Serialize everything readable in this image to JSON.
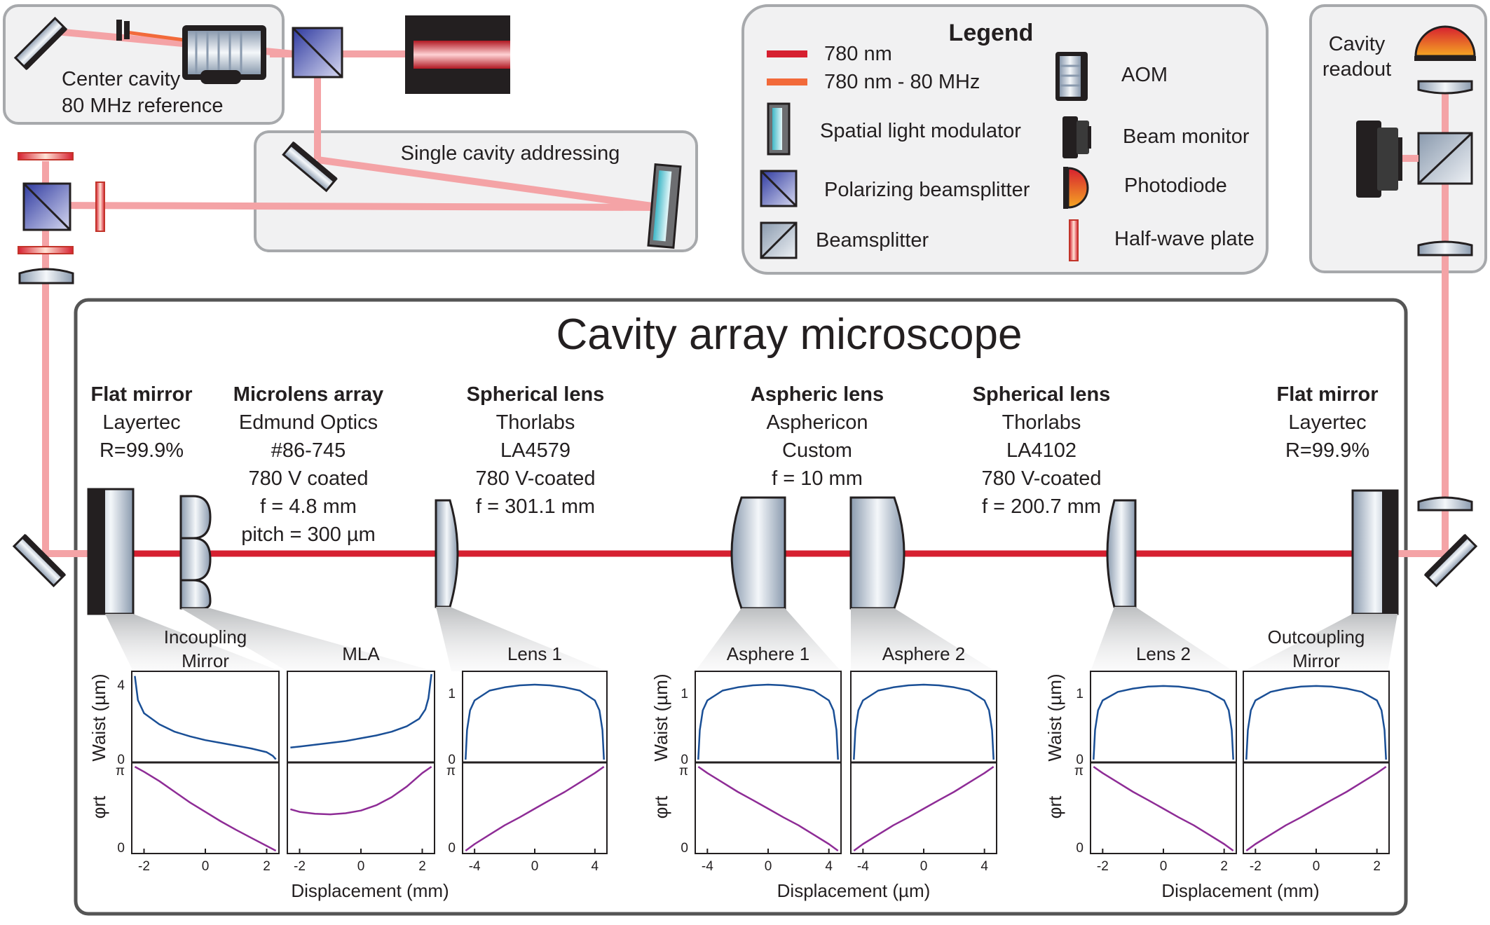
{
  "colors": {
    "beam_780": "#d62030",
    "beam_780_shift": "#f26a3a",
    "beam_path": "#f4a3a6",
    "waist_curve": "#1a4f96",
    "phase_curve": "#8e2c96",
    "panel_border": "#a7a9ac",
    "main_border": "#555555"
  },
  "boxes": {
    "center_cavity": [
      "Center cavity",
      "80 MHz reference"
    ],
    "single_cavity": "Single cavity addressing",
    "cavity_readout": [
      "Cavity",
      "readout"
    ],
    "microscope_title": "Cavity array microscope"
  },
  "legend": {
    "title": "Legend",
    "items": [
      {
        "label": "780 nm",
        "icon": "red-line-icon"
      },
      {
        "label": "780 nm - 80 MHz",
        "icon": "orange-line-icon"
      },
      {
        "label": "Spatial light modulator",
        "icon": "slm-icon"
      },
      {
        "label": "Polarizing beamsplitter",
        "icon": "pbs-icon"
      },
      {
        "label": "Beamsplitter",
        "icon": "beamsplitter-icon"
      },
      {
        "label": "AOM",
        "icon": "aom-icon"
      },
      {
        "label": "Beam monitor",
        "icon": "beam-monitor-icon"
      },
      {
        "label": "Photodiode",
        "icon": "photodiode-icon"
      },
      {
        "label": "Half-wave plate",
        "icon": "half-wave-plate-icon"
      }
    ]
  },
  "components": [
    {
      "lines": [
        "Flat mirror",
        "Layertec",
        "R=99.9%"
      ]
    },
    {
      "lines": [
        "Microlens array",
        "Edmund Optics",
        "#86-745",
        "780 V coated",
        "f = 4.8 mm",
        "pitch = 300 µm"
      ]
    },
    {
      "lines": [
        "Spherical lens",
        "Thorlabs",
        "LA4579",
        "780 V-coated",
        "f = 301.1 mm"
      ]
    },
    {
      "lines": [
        "Aspheric lens",
        "Asphericon",
        "Custom",
        "f = 10 mm"
      ]
    },
    {
      "lines": [
        "Spherical lens",
        "Thorlabs",
        "LA4102",
        "780 V-coated",
        "f = 200.7 mm"
      ]
    },
    {
      "lines": [
        "Flat mirror",
        "Layertec",
        "R=99.9%"
      ]
    }
  ],
  "chart_data": {
    "type": "line",
    "groups": [
      {
        "xlabel": "Displacement (mm)",
        "ylabel_top": "Waist (µm)",
        "ylabel_bottom": "φrt",
        "panels": [
          {
            "title": [
              "Incoupling",
              "Mirror"
            ],
            "xlim": [
              -2.4,
              2.4
            ],
            "xticks": [
              "-2",
              "0",
              "2"
            ],
            "waist_ylim": [
              0,
              4.6
            ],
            "waist_yticks": [
              "0",
              "4"
            ],
            "phase_yticks": [
              "0",
              "π"
            ],
            "waist": {
              "x": [
                -2.3,
                -2.2,
                -2.0,
                -1.5,
                -1.0,
                -0.5,
                0,
                0.5,
                1.0,
                1.5,
                2.0,
                2.2,
                2.3
              ],
              "y": [
                4.5,
                3.2,
                2.5,
                1.9,
                1.5,
                1.25,
                1.05,
                0.9,
                0.75,
                0.6,
                0.4,
                0.2,
                0.02
              ]
            },
            "phase": {
              "x": [
                -2.3,
                -2.0,
                -1.5,
                -1.0,
                -0.5,
                0,
                0.5,
                1.0,
                1.5,
                2.0,
                2.3
              ],
              "y": [
                3.14,
                2.95,
                2.6,
                2.2,
                1.8,
                1.45,
                1.1,
                0.78,
                0.48,
                0.18,
                0.0
              ]
            }
          },
          {
            "title": [
              "MLA"
            ],
            "xlim": [
              -2.4,
              2.4
            ],
            "xticks": [
              "-2",
              "0",
              "2"
            ],
            "waist_ylim": [
              0,
              4.6
            ],
            "waist": {
              "x": [
                -2.3,
                -2.0,
                -1.5,
                -1.0,
                -0.5,
                0,
                0.5,
                1.0,
                1.5,
                1.9,
                2.1,
                2.2,
                2.3
              ],
              "y": [
                0.65,
                0.7,
                0.8,
                0.9,
                1.0,
                1.15,
                1.3,
                1.5,
                1.8,
                2.2,
                2.7,
                3.3,
                4.6
              ]
            },
            "phase": {
              "x": [
                -2.3,
                -2.0,
                -1.5,
                -1.0,
                -0.5,
                0,
                0.5,
                1.0,
                1.5,
                2.0,
                2.3
              ],
              "y": [
                1.55,
                1.45,
                1.38,
                1.36,
                1.4,
                1.5,
                1.7,
                2.0,
                2.4,
                2.9,
                3.14
              ]
            }
          },
          {
            "title": [
              "Lens 1"
            ],
            "xlim": [
              -4.8,
              4.8
            ],
            "xticks": [
              "-4",
              "0",
              "4"
            ],
            "waist_ylim": [
              0,
              1.3
            ],
            "waist_yticks": [
              "0",
              "1"
            ],
            "phase_yticks": [
              "0",
              "π"
            ],
            "waist": {
              "x": [
                -4.6,
                -4.5,
                -4.3,
                -4.0,
                -3.0,
                -2.0,
                -1.0,
                0,
                1.0,
                2.0,
                3.0,
                4.0,
                4.3,
                4.5,
                4.6
              ],
              "y": [
                0.0,
                0.45,
                0.75,
                0.9,
                1.05,
                1.1,
                1.13,
                1.14,
                1.13,
                1.1,
                1.05,
                0.9,
                0.75,
                0.45,
                0.0
              ]
            },
            "phase": {
              "x": [
                -4.6,
                -4.0,
                -3.0,
                -2.0,
                -1.0,
                0,
                1.0,
                2.0,
                3.0,
                4.0,
                4.6
              ],
              "y": [
                0.0,
                0.25,
                0.6,
                0.95,
                1.25,
                1.57,
                1.89,
                2.2,
                2.55,
                2.9,
                3.14
              ]
            }
          }
        ]
      },
      {
        "xlabel": "Displacement (µm)",
        "ylabel_top": "Waist (µm)",
        "ylabel_bottom": "φrt",
        "panels": [
          {
            "title": [
              "Asphere 1"
            ],
            "xlim": [
              -4.8,
              4.8
            ],
            "xticks": [
              "-4",
              "0",
              "4"
            ],
            "waist_ylim": [
              0,
              1.3
            ],
            "waist_yticks": [
              "0",
              "1"
            ],
            "phase_yticks": [
              "0",
              "π"
            ],
            "waist": {
              "x": [
                -4.6,
                -4.5,
                -4.3,
                -4.0,
                -3.0,
                -2.0,
                -1.0,
                0,
                1.0,
                2.0,
                3.0,
                4.0,
                4.3,
                4.5,
                4.6
              ],
              "y": [
                0.0,
                0.45,
                0.75,
                0.9,
                1.05,
                1.1,
                1.13,
                1.14,
                1.13,
                1.1,
                1.05,
                0.9,
                0.75,
                0.45,
                0.0
              ]
            },
            "phase": {
              "x": [
                -4.6,
                -4.0,
                -3.0,
                -2.0,
                -1.0,
                0,
                1.0,
                2.0,
                3.0,
                4.0,
                4.6
              ],
              "y": [
                3.14,
                2.9,
                2.55,
                2.2,
                1.89,
                1.57,
                1.25,
                0.95,
                0.6,
                0.25,
                0.0
              ]
            }
          },
          {
            "title": [
              "Asphere 2"
            ],
            "xlim": [
              -4.8,
              4.8
            ],
            "xticks": [
              "-4",
              "0",
              "4"
            ],
            "waist_ylim": [
              0,
              1.3
            ],
            "waist": {
              "x": [
                -4.6,
                -4.5,
                -4.3,
                -4.0,
                -3.0,
                -2.0,
                -1.0,
                0,
                1.0,
                2.0,
                3.0,
                4.0,
                4.3,
                4.5,
                4.6
              ],
              "y": [
                0.0,
                0.45,
                0.75,
                0.9,
                1.05,
                1.1,
                1.13,
                1.14,
                1.13,
                1.1,
                1.05,
                0.9,
                0.75,
                0.45,
                0.0
              ]
            },
            "phase": {
              "x": [
                -4.6,
                -4.0,
                -3.0,
                -2.0,
                -1.0,
                0,
                1.0,
                2.0,
                3.0,
                4.0,
                4.6
              ],
              "y": [
                0.0,
                0.25,
                0.6,
                0.95,
                1.25,
                1.57,
                1.89,
                2.2,
                2.55,
                2.9,
                3.14
              ]
            }
          }
        ]
      },
      {
        "xlabel": "Displacement (mm)",
        "ylabel_top": "Waist (µm)",
        "ylabel_bottom": "φrt",
        "panels": [
          {
            "title": [
              "Lens 2"
            ],
            "xlim": [
              -2.4,
              2.4
            ],
            "xticks": [
              "-2",
              "0",
              "2"
            ],
            "waist_ylim": [
              0,
              1.3
            ],
            "waist_yticks": [
              "0",
              "1"
            ],
            "phase_yticks": [
              "0",
              "π"
            ],
            "waist": {
              "x": [
                -2.3,
                -2.25,
                -2.15,
                -2.0,
                -1.5,
                -1.0,
                -0.5,
                0,
                0.5,
                1.0,
                1.5,
                2.0,
                2.15,
                2.25,
                2.3
              ],
              "y": [
                0.0,
                0.45,
                0.75,
                0.9,
                1.03,
                1.08,
                1.11,
                1.12,
                1.11,
                1.08,
                1.03,
                0.9,
                0.75,
                0.45,
                0.0
              ]
            },
            "phase": {
              "x": [
                -2.3,
                -2.0,
                -1.5,
                -1.0,
                -0.5,
                0,
                0.5,
                1.0,
                1.5,
                2.0,
                2.3
              ],
              "y": [
                3.14,
                2.9,
                2.55,
                2.2,
                1.89,
                1.57,
                1.25,
                0.95,
                0.6,
                0.25,
                0.0
              ]
            }
          },
          {
            "title": [
              "Outcoupling",
              "Mirror"
            ],
            "xlim": [
              -2.4,
              2.4
            ],
            "xticks": [
              "-2",
              "0",
              "2"
            ],
            "waist_ylim": [
              0,
              1.3
            ],
            "waist": {
              "x": [
                -2.3,
                -2.25,
                -2.15,
                -2.0,
                -1.5,
                -1.0,
                -0.5,
                0,
                0.5,
                1.0,
                1.5,
                2.0,
                2.15,
                2.25,
                2.3
              ],
              "y": [
                0.0,
                0.45,
                0.75,
                0.9,
                1.03,
                1.08,
                1.11,
                1.12,
                1.11,
                1.08,
                1.03,
                0.9,
                0.75,
                0.45,
                0.0
              ]
            },
            "phase": {
              "x": [
                -2.3,
                -2.0,
                -1.5,
                -1.0,
                -0.5,
                0,
                0.5,
                1.0,
                1.5,
                2.0,
                2.3
              ],
              "y": [
                0.0,
                0.25,
                0.6,
                0.95,
                1.25,
                1.57,
                1.89,
                2.2,
                2.55,
                2.9,
                3.14
              ]
            }
          }
        ]
      }
    ]
  }
}
